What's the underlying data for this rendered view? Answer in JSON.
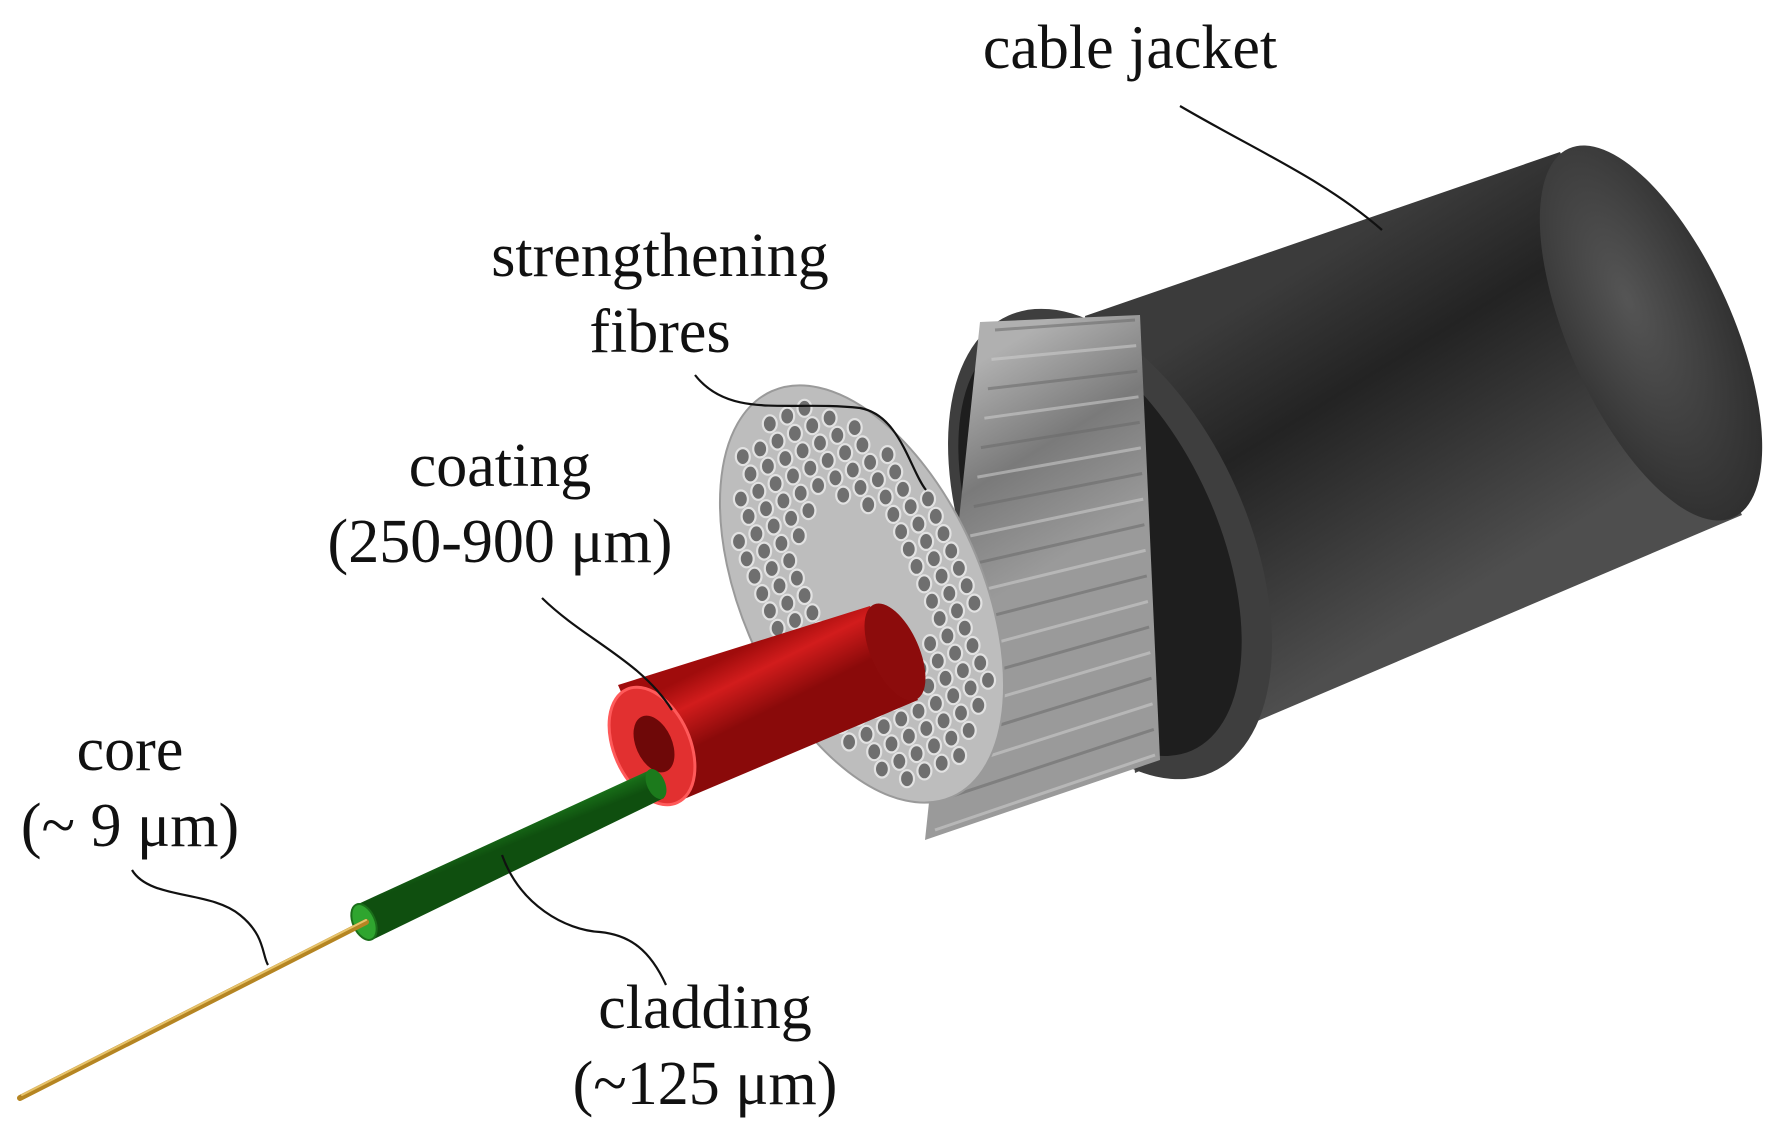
{
  "labels": {
    "cable_jacket": {
      "line1": "cable jacket"
    },
    "strengthening_fibres": {
      "line1": "strengthening",
      "line2": "fibres"
    },
    "coating": {
      "line1": "coating",
      "line2": "(250-900 μm)"
    },
    "core": {
      "line1": "core",
      "line2": "(~ 9 μm)"
    },
    "cladding": {
      "line1": "cladding",
      "line2": "(~125 μm)"
    }
  },
  "colors": {
    "jacket": "#2b2b2b",
    "fibres": "#8a8a8a",
    "coating": "#c41414",
    "cladding": "#1f7a1f",
    "core": "#c8962c",
    "leader": "#111111"
  }
}
